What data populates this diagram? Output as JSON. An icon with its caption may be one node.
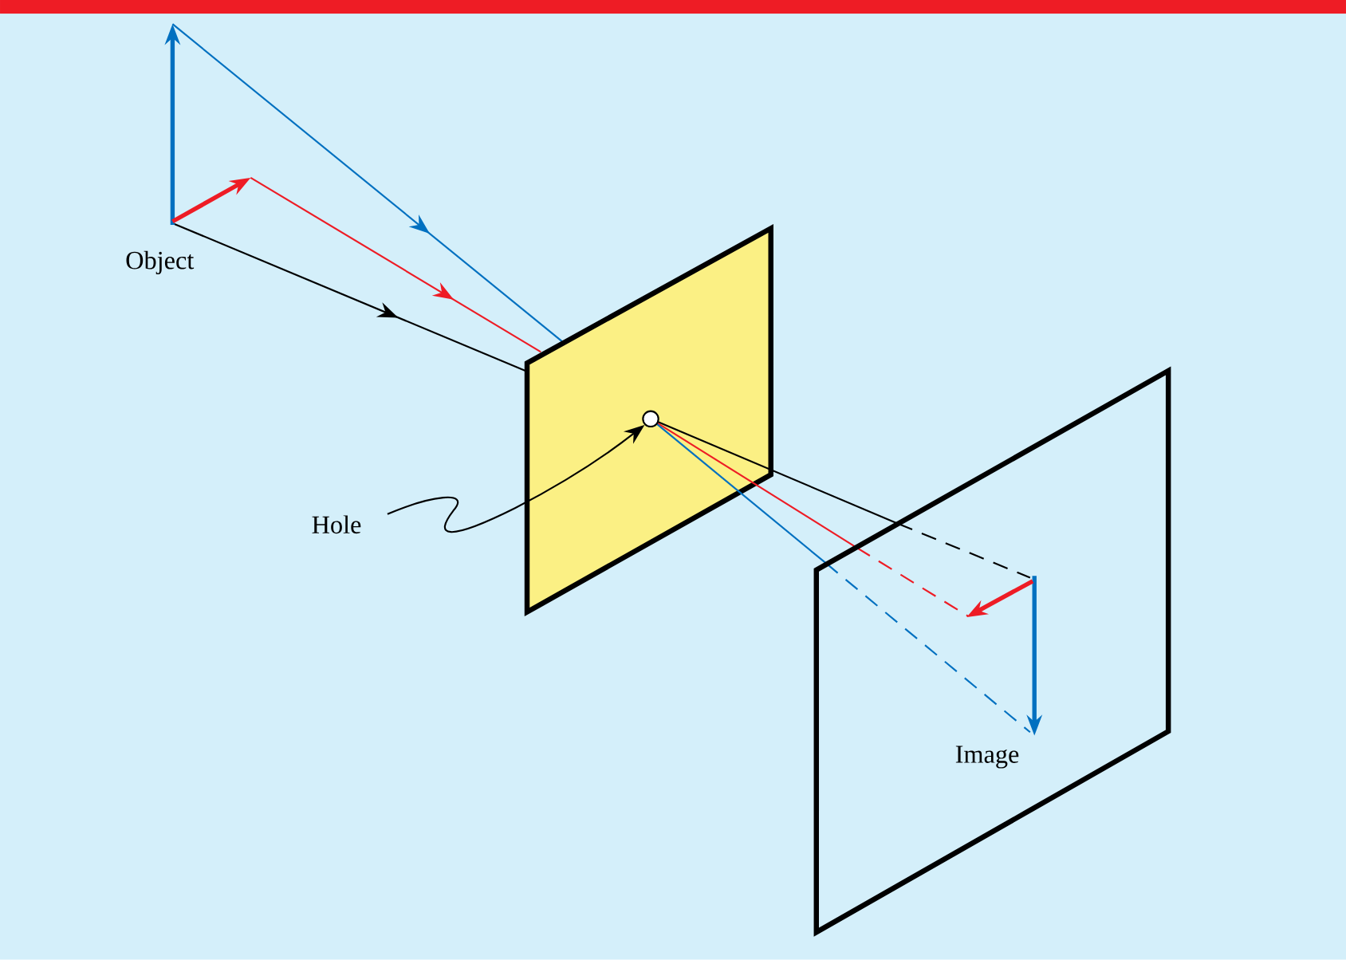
{
  "diagram": {
    "nodes": [
      {
        "text": [
          "Hole"
        ]
      },
      {
        "text": [],
        "shape": "circle"
      }
    ],
    "edges": [
      {
        "from": 0,
        "to": 1,
        "arrow": "to"
      }
    ],
    "labels": [
      "Object",
      "Image"
    ]
  }
}
